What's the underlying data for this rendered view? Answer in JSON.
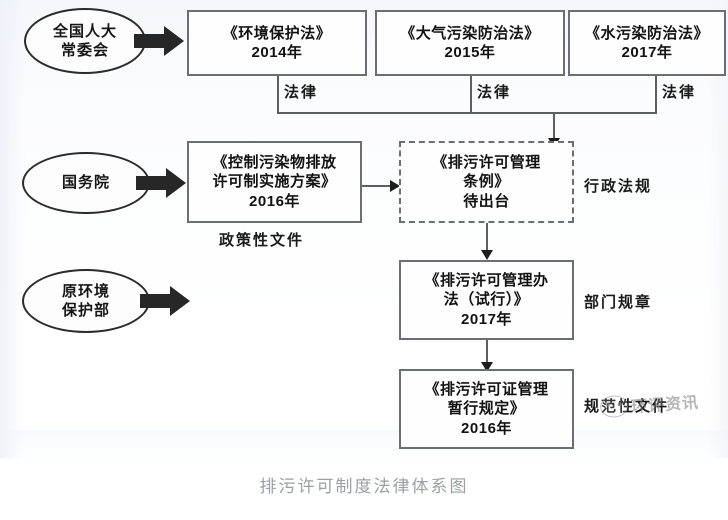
{
  "figure": {
    "caption": "排污许可制度法律体系图",
    "watermark": {
      "text": "环评资讯",
      "logo_icon": "panda-circle-logo-icon"
    }
  },
  "authorities": [
    {
      "id": "npc",
      "label": "全国人大\n常委会",
      "line1": "全国人大",
      "line2": "常委会"
    },
    {
      "id": "state-council",
      "label": "国务院",
      "line1": "国务院",
      "line2": ""
    },
    {
      "id": "mep",
      "label": "原环境\n保护部",
      "line1": "原环境",
      "line2": "保护部"
    }
  ],
  "laws": [
    {
      "id": "law-epl",
      "title": "《环境保护法》",
      "year": "2014年",
      "category": "法律"
    },
    {
      "id": "law-apcl",
      "title": "《大气污染防治法》",
      "year": "2015年",
      "category": "法律"
    },
    {
      "id": "law-wpcl",
      "title": "《水污染防治法》",
      "year": "2017年",
      "category": "法律"
    }
  ],
  "documents": [
    {
      "id": "doc-policy",
      "line1": "《控制污染物排放",
      "line2": "许可制实施方案》",
      "line3": "2016年",
      "category": "政策性文件",
      "status": "",
      "dashed": false
    },
    {
      "id": "doc-regulation",
      "line1": "《排污许可管理",
      "line2": "条例》",
      "line3": "待出台",
      "category": "行政法规",
      "status": "待出台",
      "dashed": true
    },
    {
      "id": "doc-measures",
      "line1": "《排污许可管理办",
      "line2": "法（试行）》",
      "line3": "2017年",
      "category": "部门规章",
      "status": "",
      "dashed": false
    },
    {
      "id": "doc-provisions",
      "line1": "《排污许可证管理",
      "line2": "暂行规定》",
      "line3": "2016年",
      "category": "规范性文件",
      "status": "",
      "dashed": false
    }
  ],
  "colors": {
    "box_border": "#6b6f75",
    "ellipse_border": "#2b2b2b",
    "arrow_fill": "#272727",
    "line": "#5b6067",
    "caption_text": "#9aa0a6",
    "watermark_text": "#7e7e7e"
  }
}
